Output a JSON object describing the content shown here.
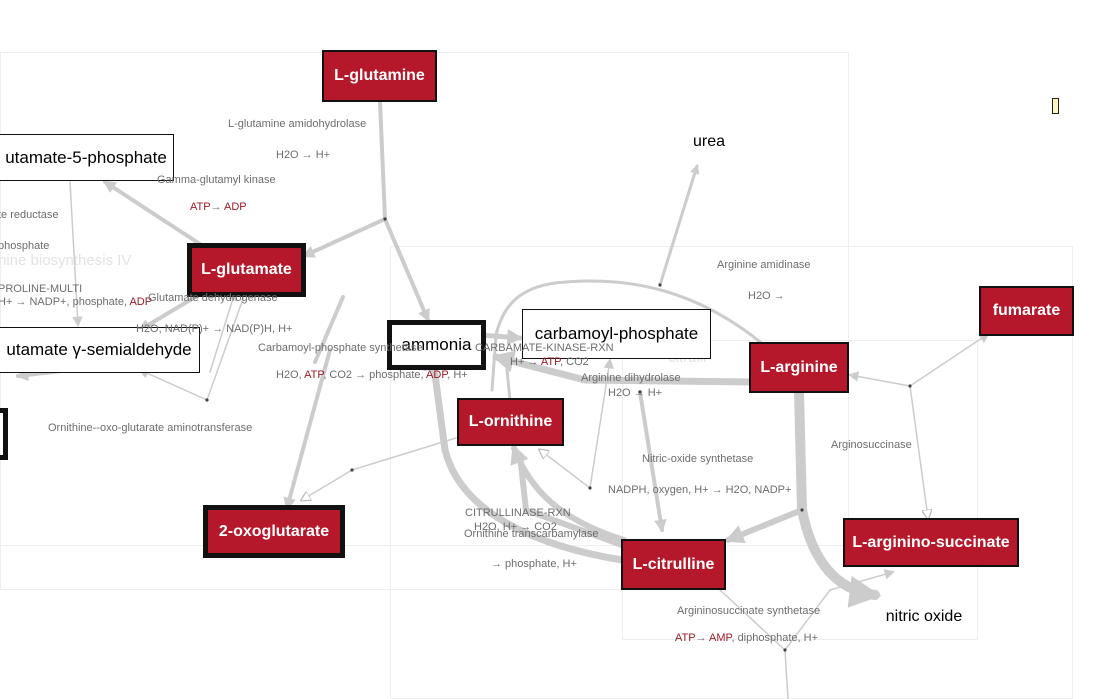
{
  "metabolites": {
    "l_glutamine": "L-glutamine",
    "glutamate_5_phosphate": "utamate-5-phosphate",
    "l_glutamate": "L-glutamate",
    "glutamate_semialdehyde": "utamate γ-semialdehyde",
    "ammonia": "ammonia",
    "carbamoyl_phosphate": "carbamoyl-phosphate",
    "urea": "urea",
    "fumarate": "fumarate",
    "l_arginine": "L-arginine",
    "l_ornithine": "L-ornithine",
    "two_oxoglutarate": "2-oxoglutarate",
    "l_citrulline": "L-citrulline",
    "l_arginino_succinate": "L-arginino-succinate",
    "nitric_oxide": "nitric oxide"
  },
  "pathways": {
    "proline_biosynthesis": "nine biosynthesis IV",
    "citrulline_faded": "citrulli"
  },
  "labels": {
    "glutamine_amidohydrolase": "L-glutamine amidohydrolase",
    "h2o_h_1": "H2O → H+",
    "gamma_glutamyl_kinase": "Gamma-glutamyl kinase",
    "atp": "ATP",
    "adp": "ADP",
    "arrow": "→",
    "te_reductase": "te reductase",
    "phosphate_frag": "phosphate",
    "proline_multi": "PROLINE-MULTI",
    "h_nadp_phosphate": "H+ → NADP+, phosphate,",
    "glutamate_dehydrogenase": "Glutamate dehydrogenase",
    "h2o_nad": "H2O, NAD(P)+ → NAD(P)H, H+",
    "carbamoyl_synthetase": "Carbamoyl-phosphate synthetase",
    "carbamate_kinase": "CARBAMATE-KINASE-RXN",
    "h_atp_co2_a": "H+ →",
    "atp2": "ATP",
    "co2_a": ", CO2",
    "h2o_prefix": "H2O,",
    "co2_phosphate": ", CO2 → phosphate,",
    "h_suffix": ", H+",
    "arginine_amidinase": "Arginine amidinase",
    "h2o_arrow": "H2O →",
    "arginine_dihydrolase": "Arginine dihydrolase",
    "h2o_h_2": "H2O → H+",
    "ornithine_aminotransferase": "Ornithine--oxo-glutarate aminotransferase",
    "nitric_oxide_synthetase": "Nitric-oxide synthetase",
    "argininosuccinase": "Arginosuccinase",
    "nadph_line": "NADPH, oxygen, H+ → H2O, NADP+",
    "citrullinase": "CITRULLINASE-RXN",
    "h2o_h_co2": "H2O, H+ → CO2",
    "ornithine_transcarbamylase": "Ornithine transcarbamylase",
    "phosphate_h": "→ phosphate, H+",
    "argininosuccinate_synthetase": "Argininosuccinate synthetase",
    "atp3": "ATP",
    "amp": "AMP",
    "diphosphate_h": ", diphosphate, H+"
  },
  "colors": {
    "metabolite_fill": "#b5182b",
    "highlight_text": "#9b1b26",
    "edge": "#cccccc",
    "label_text": "#6d6d6d"
  }
}
